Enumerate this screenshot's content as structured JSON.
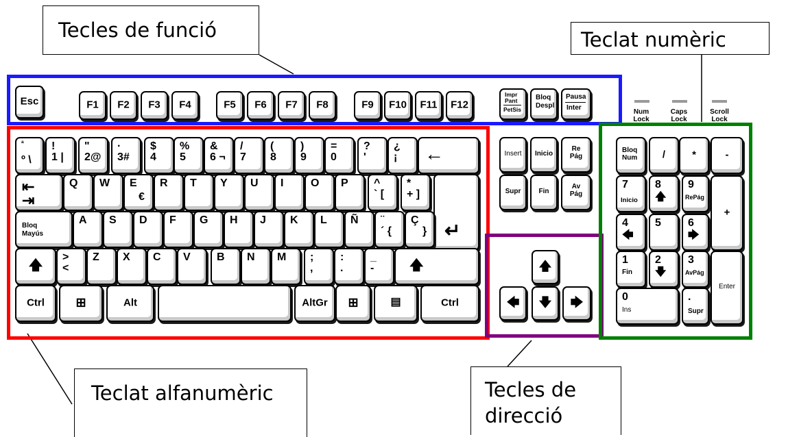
{
  "labels": {
    "function_keys": "Tecles de funció",
    "numeric_keypad": "Teclat numèric",
    "alphanumeric": "Teclat alfanumèric",
    "direction_line1": "Tecles de",
    "direction_line2": "direcció"
  },
  "frame_colors": {
    "function_keys": "#1a1aff",
    "alphanumeric": "#ff0000",
    "direction": "#800080",
    "numeric_keypad": "#008000"
  },
  "indicators": {
    "num": "Num Lock",
    "caps": "Caps Lock",
    "scroll": "Scroll Lock"
  },
  "keys": {
    "esc": "Esc",
    "f1": "F1",
    "f2": "F2",
    "f3": "F3",
    "f4": "F4",
    "f5": "F5",
    "f6": "F6",
    "f7": "F7",
    "f8": "F8",
    "f9": "F9",
    "f10": "F10",
    "f11": "F11",
    "f12": "F12",
    "impr_top": "Impr",
    "impr_mid": "Pant",
    "impr_bottom": "PetSis",
    "bloq_despl_top": "Bloq",
    "bloq_despl_bottom": "Despl",
    "pausa_top": "Pausa",
    "pausa_bottom": "Inter",
    "ord_top": "ª",
    "ord_bottom": "º \\",
    "k1_top": "!",
    "k1_bottom": "1 |",
    "k2_top": "\"",
    "k2_bottom": "2@",
    "k3_top": "·",
    "k3_bottom": "3#",
    "k4_top": "$",
    "k4_bottom": "4",
    "k5_top": "%",
    "k5_bottom": "5",
    "k6_top": "&",
    "k6_bottom": "6 ¬",
    "k7_top": "/",
    "k7_bottom": "7",
    "k8_top": "(",
    "k8_bottom": "8",
    "k9_top": ")",
    "k9_bottom": "9",
    "k0_top": "=",
    "k0_bottom": "0",
    "apos_top": "?",
    "apos_bottom": "'",
    "inv_top": "¿",
    "inv_bottom": "¡",
    "backspace": "←",
    "tab_top": "⇤",
    "tab_bottom": "⇥",
    "q": "Q",
    "w": "W",
    "e_top": "E",
    "e_bottom": "€",
    "r": "R",
    "t": "T",
    "y": "Y",
    "u": "U",
    "i": "I",
    "o": "O",
    "p": "P",
    "grave_top": "^",
    "grave_bottom": "` [",
    "plus_top": "*",
    "plus_bottom": "+ ]",
    "caps_top": "Bloq",
    "caps_bottom": "Mayús",
    "a": "A",
    "s": "S",
    "d": "D",
    "f": "F",
    "g": "G",
    "h": "H",
    "j": "J",
    "k": "K",
    "l": "L",
    "enye": "Ñ",
    "acute_top": "¨",
    "acute_bottom": "´ {",
    "cced_top": "Ç",
    "cced_bottom": "}",
    "enter": "↵",
    "shift_left": "🡅",
    "lt_top": ">",
    "lt_bottom": "<",
    "z": "Z",
    "x": "X",
    "c": "C",
    "v": "V",
    "b": "B",
    "n": "N",
    "m": "M",
    "comma_top": ";",
    "comma_bottom": ",",
    "period_top": ":",
    "period_bottom": ".",
    "minus_top": "_",
    "minus_bottom": "-",
    "shift_right": "🡅",
    "ctrl_left": "Ctrl",
    "win_left": "⊞",
    "alt": "Alt",
    "altgr": "AltGr",
    "win_right": "⊞",
    "menu": "▤",
    "ctrl_right": "Ctrl",
    "insert": "Insert",
    "inicio": "Inicio",
    "repag_top": "Re",
    "repag_bottom": "Pág",
    "supr": "Supr",
    "fin": "Fin",
    "avpag_top": "Av",
    "avpag_bottom": "Pág",
    "up": "🡅",
    "left": "🡄",
    "down": "🡇",
    "right": "🡆",
    "bloqnum_top": "Bloq",
    "bloqnum_bottom": "Num",
    "np_div": "/",
    "np_mul": "*",
    "np_minus": "-",
    "np7_top": "7",
    "np7_bottom": "Inicio",
    "np8_top": "8",
    "np8_bottom": "🡅",
    "np9_top": "9",
    "np9_bottom": "RePág",
    "np_plus": "+",
    "np4_top": "4",
    "np4_bottom": "🡄",
    "np5": "5",
    "np6_top": "6",
    "np6_bottom": "🡆",
    "np1_top": "1",
    "np1_bottom": "Fin",
    "np2_top": "2",
    "np2_bottom": "🡇",
    "np3_top": "3",
    "np3_bottom": "AvPág",
    "np_enter": "Enter",
    "np0_top": "0",
    "np0_bottom": "Ins",
    "npdot_top": ".",
    "npdot_bottom": "Supr"
  }
}
